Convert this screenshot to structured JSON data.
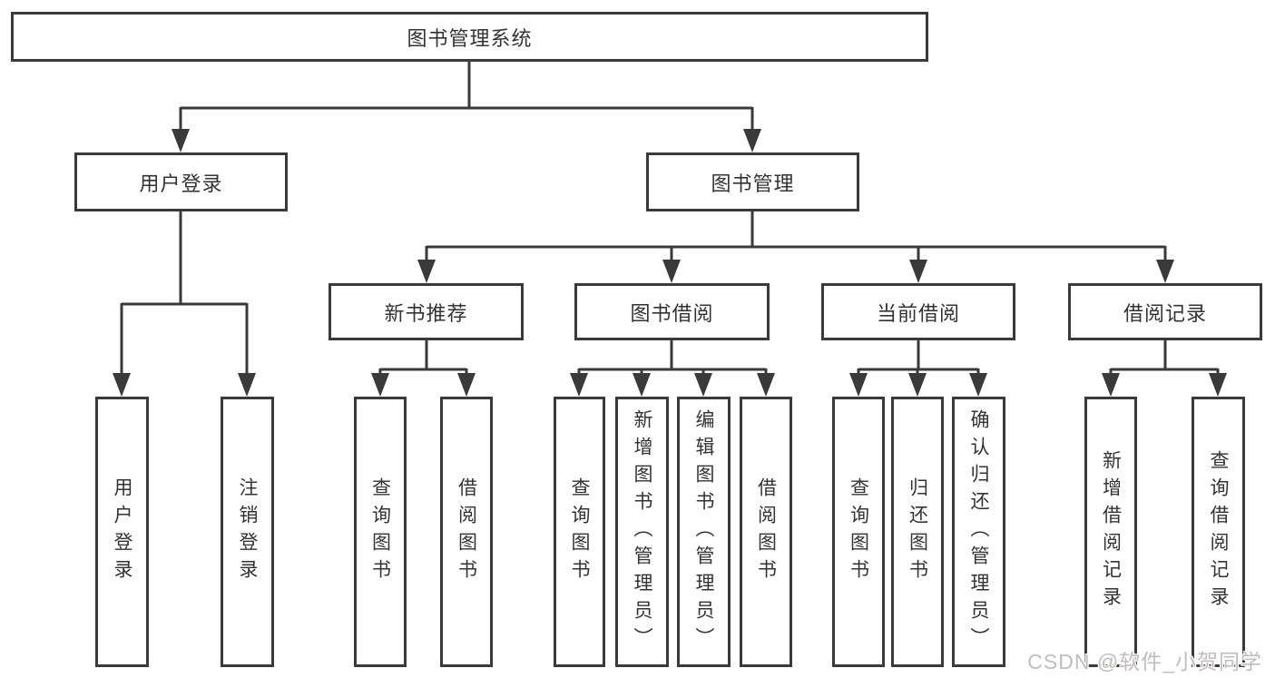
{
  "diagram_title": "图书管理系统",
  "colors": {
    "line": "#3a3a3a",
    "box_background": "#ffffff",
    "text": "#333333",
    "watermark_text": "#c2bcbc",
    "background": "#ffffff"
  },
  "watermark": {
    "text": "CSDN @软件_小贺同学"
  },
  "tree": {
    "root": {
      "label": "图书管理系统"
    },
    "branches": [
      {
        "label": "用户登录",
        "children": [
          {
            "label": "用户登录"
          },
          {
            "label": "注销登录"
          }
        ]
      },
      {
        "label": "图书管理",
        "groups": [
          {
            "label": "新书推荐",
            "children": [
              {
                "label": "查询图书"
              },
              {
                "label": "借阅图书"
              }
            ]
          },
          {
            "label": "图书借阅",
            "children": [
              {
                "label": "查询图书"
              },
              {
                "label": "新增图书（管理员）"
              },
              {
                "label": "编辑图书（管理员）"
              },
              {
                "label": "借阅图书"
              }
            ]
          },
          {
            "label": "当前借阅",
            "children": [
              {
                "label": "查询图书"
              },
              {
                "label": "归还图书"
              },
              {
                "label": "确认归还（管理员）"
              }
            ]
          },
          {
            "label": "借阅记录",
            "children": [
              {
                "label": "新增借阅记录"
              },
              {
                "label": "查询借阅记录"
              }
            ]
          }
        ]
      }
    ]
  }
}
